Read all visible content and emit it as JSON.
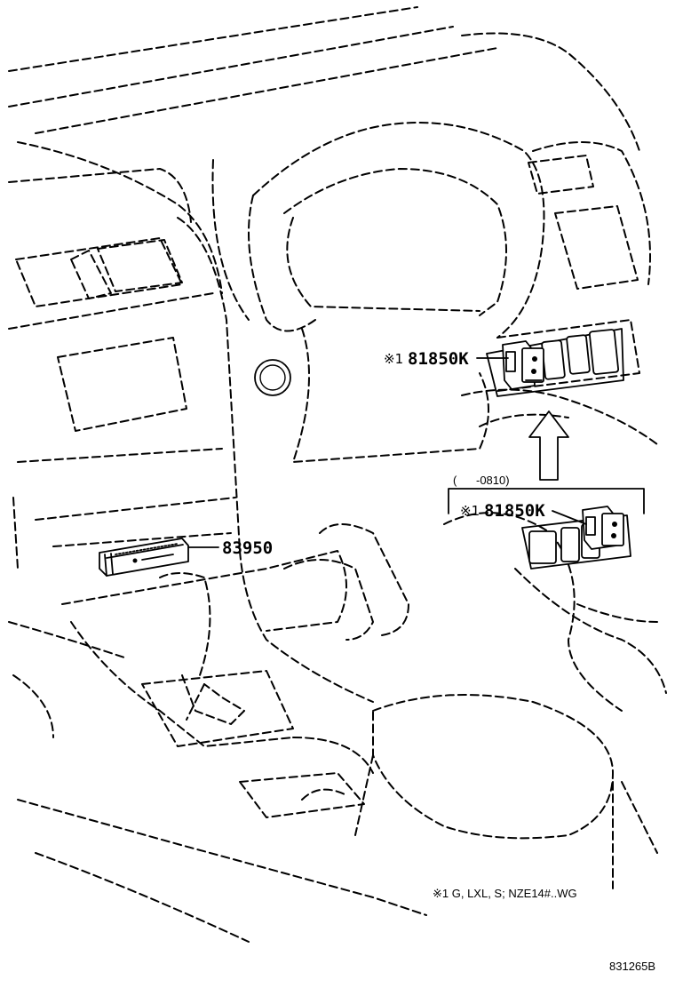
{
  "callouts": {
    "switch_upper_mark": "※1",
    "switch_upper_part": "81850K",
    "switch_lower_mark": "※1",
    "switch_lower_part": "81850K",
    "radio_part": "83950",
    "date_range": "(      -0810)"
  },
  "footnote": "※1 G, LXL, S; NZE14#..WG",
  "diagram_code": "831265B"
}
